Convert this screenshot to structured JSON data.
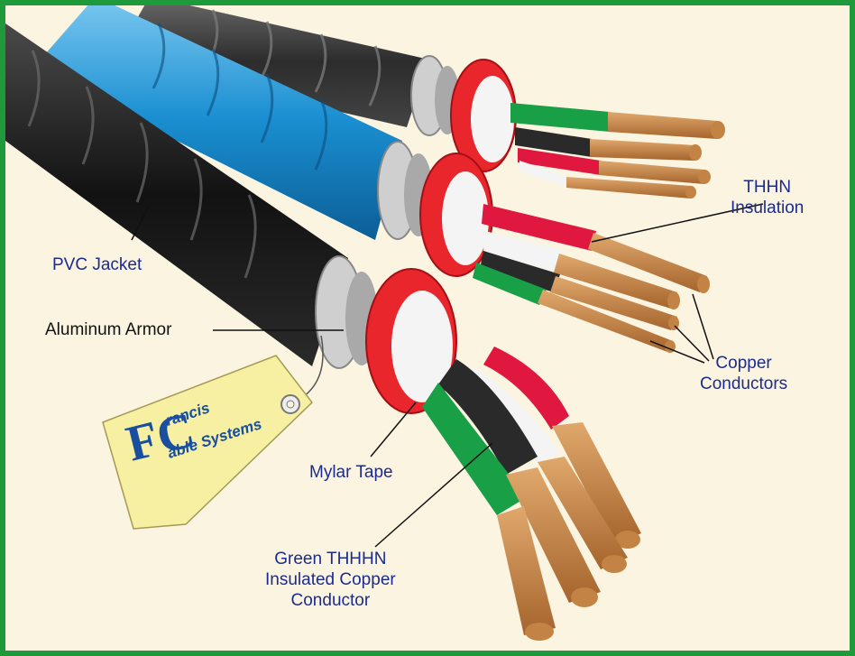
{
  "labels": {
    "pvc_jacket": "PVC Jacket",
    "aluminum_armor": "Aluminum Armor",
    "mylar_tape": "Mylar Tape",
    "thhn_line1": "THHN",
    "thhn_line2": "Insulation",
    "copper_line1": "Copper",
    "copper_line2": "Conductors",
    "green_line1": "Green THHHN",
    "green_line2": "Insulated Copper",
    "green_line3": "Conductor"
  },
  "tag": {
    "brand_line1": "rancis",
    "brand_line2": "able Systems",
    "monogram": "FC"
  },
  "colors": {
    "border": "#1f9a3a",
    "background": "#fbf4e0",
    "label_navy": "#1c2b8f",
    "label_black": "#111111",
    "pvc_black": "#1e1e1e",
    "pvc_blue": "#1a8fd1",
    "armor_gray": "#b8b8b8",
    "red_ring": "#e8262b",
    "copper": "#c28345",
    "green_wire": "#19a046",
    "red_wire": "#e0173f",
    "tag_yellow": "#f7f0a3"
  }
}
